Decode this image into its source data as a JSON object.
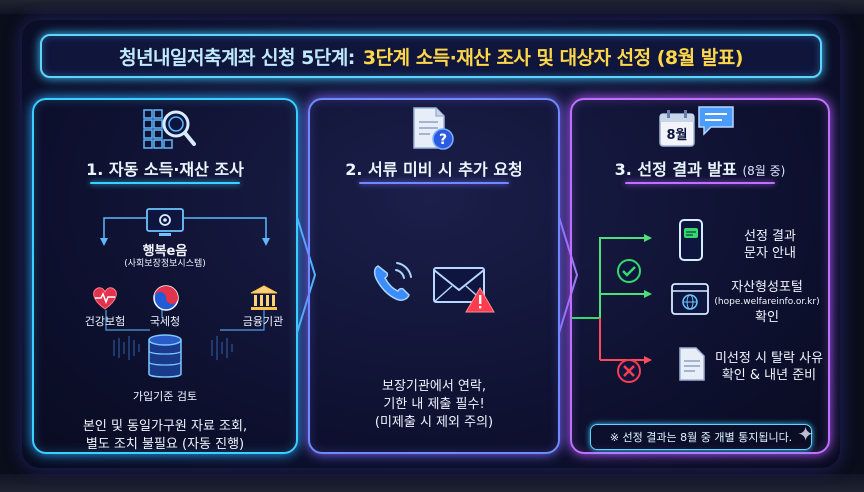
{
  "title": {
    "part1": "청년내일저축계좌 신청 5단계:",
    "part2": "3단계 소득·재산 조사 및 대상자 선정 (8월 발표)"
  },
  "step1": {
    "heading": "1. 자동 소득·재산 조사",
    "center_label": "행복e음",
    "center_sub": "(사회보장정보시스템)",
    "nodes": [
      "건강보험",
      "국세청",
      "금융기관"
    ],
    "db_label": "가입기준 검토",
    "caption_line1": "본인 및 동일가구원 자료 조회,",
    "caption_line2": "별도 조치 불필요 (자동 진행)"
  },
  "step2": {
    "heading": "2. 서류 미비 시 추가 요청",
    "caption_line1": "보장기관에서 연락,",
    "caption_line2": "기한 내 제출 필수!",
    "caption_line3": "(미제출 시 제외 주의)"
  },
  "step3": {
    "heading_main": "3. 선정 결과 발표",
    "heading_sub": "(8월 중)",
    "calendar_label": "8월",
    "item1_line1": "선정 결과",
    "item1_line2": "문자 안내",
    "item2_line1": "자산형성포털",
    "item2_line2": "(hope.welfareinfo.or.kr)",
    "item2_line3": "확인",
    "item3_line1": "미선정 시 탈락 사유",
    "item3_line2": "확인 & 내년 준비",
    "notice": "※ 선정 결과는 8월 중 개별 통지됩니다."
  },
  "colors": {
    "cyan": "#3ad0ff",
    "violet": "#6d8bff",
    "purple": "#c070ff",
    "yellow": "#ffd84a",
    "green": "#35d86a",
    "red": "#ff3b4e"
  }
}
